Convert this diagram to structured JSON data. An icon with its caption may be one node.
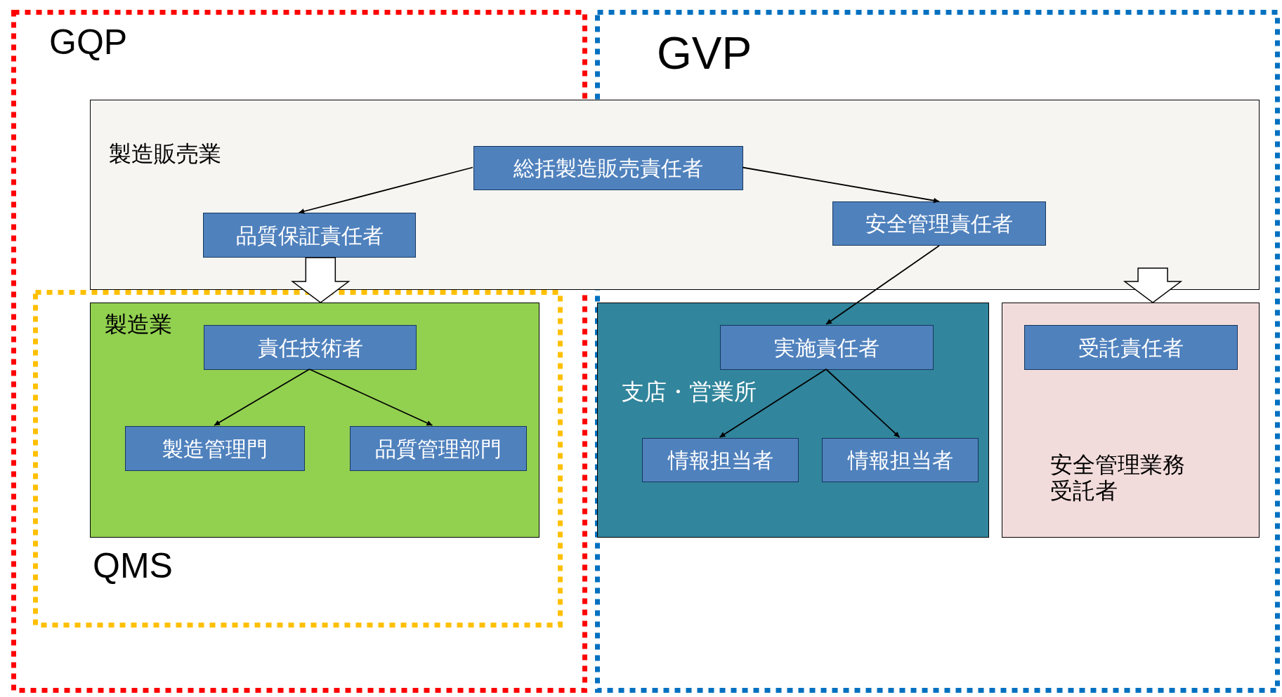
{
  "diagram": {
    "nodes": [
      {
        "text": [
          "GQP"
        ]
      },
      {
        "text": [
          "GVP"
        ]
      },
      {
        "text": [
          "製造販売業"
        ]
      },
      {
        "text": [
          "総括製造販売責任者"
        ],
        "in": 2
      },
      {
        "text": [
          "品質保証責任者"
        ]
      },
      {
        "text": [
          "安全管理責任者"
        ]
      },
      {
        "text": [
          "QMS"
        ],
        "in": 0
      },
      {
        "text": [
          "製造業"
        ],
        "in": 6
      },
      {
        "text": [
          "責任技術者"
        ],
        "in": 7
      },
      {
        "text": [
          "製造管理門"
        ],
        "in": 7
      },
      {
        "text": [
          "品質管理部門"
        ],
        "in": 7
      },
      {
        "text": [
          "支店・営業所"
        ],
        "in": 1
      },
      {
        "text": [
          "実施責任者"
        ],
        "in": 11
      },
      {
        "text": [
          "情報担当者"
        ],
        "in": 11
      },
      {
        "text": [
          "情報担当者"
        ],
        "in": 11
      },
      {
        "text": [
          "安全管理業務受託者"
        ],
        "in": 1
      },
      {
        "text": [
          "受託責任者"
        ],
        "in": 15
      }
    ],
    "edges": [
      {
        "from": 3,
        "to": 4,
        "arrow": "to"
      },
      {
        "from": 3,
        "to": 5,
        "arrow": "to"
      },
      {
        "from": 5,
        "to": 12,
        "arrow": "to"
      },
      {
        "from": 8,
        "to": 9,
        "arrow": "to"
      },
      {
        "from": 8,
        "to": 10,
        "arrow": "to"
      },
      {
        "from": 12,
        "to": 13,
        "arrow": "to"
      },
      {
        "from": 12,
        "to": 14,
        "arrow": "to"
      },
      {
        "from": 4,
        "to": 7,
        "arrow": "to",
        "style": "thick"
      },
      {
        "from": 2,
        "to": 15,
        "arrow": "to",
        "style": "thick"
      }
    ]
  }
}
